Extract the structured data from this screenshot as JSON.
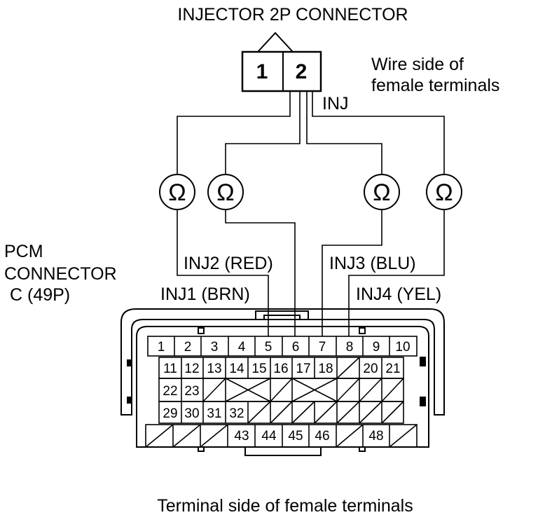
{
  "injector_connector": {
    "title": "INJECTOR 2P CONNECTOR",
    "pin1": "1",
    "pin2": "2",
    "wire_side_line1": "Wire side of",
    "wire_side_line2": "female terminals",
    "inj_label": "INJ"
  },
  "meters": {
    "symbol": "Ω"
  },
  "wires": {
    "inj1": "INJ1 (BRN)",
    "inj2": "INJ2 (RED)",
    "inj3": "INJ3 (BLU)",
    "inj4": "INJ4 (YEL)"
  },
  "pcm": {
    "line1": "PCM",
    "line2": "CONNECTOR",
    "line3": "C (49P)"
  },
  "pcm_pins": {
    "row1": [
      "1",
      "2",
      "3",
      "4",
      "5",
      "6",
      "7",
      "8",
      "9",
      "10"
    ],
    "row2": [
      "11",
      "12",
      "13",
      "14",
      "15",
      "16",
      "17",
      "18",
      "20",
      "21"
    ],
    "row3": [
      "22",
      "23"
    ],
    "row4": [
      "29",
      "30",
      "31",
      "32"
    ],
    "row5": [
      "43",
      "44",
      "45",
      "46",
      "48"
    ]
  },
  "footer": {
    "caption": "Terminal side of female terminals"
  }
}
